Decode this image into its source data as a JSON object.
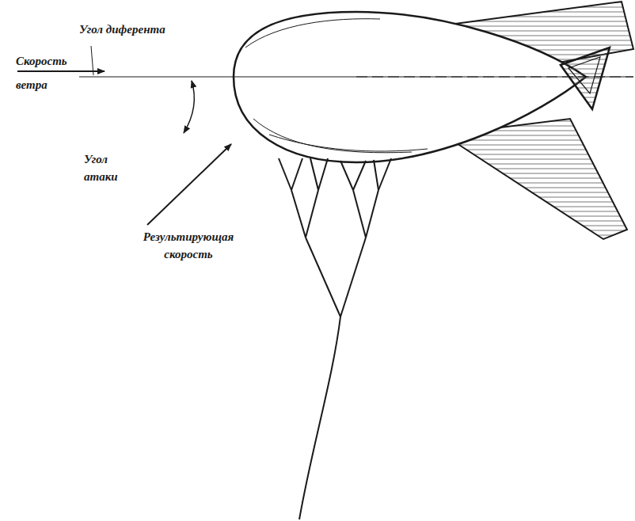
{
  "diagram": {
    "labels": [
      "Угол диферента",
      "Скорость ветра",
      "Угол атаки",
      "Результирующая скорость"
    ]
  }
}
